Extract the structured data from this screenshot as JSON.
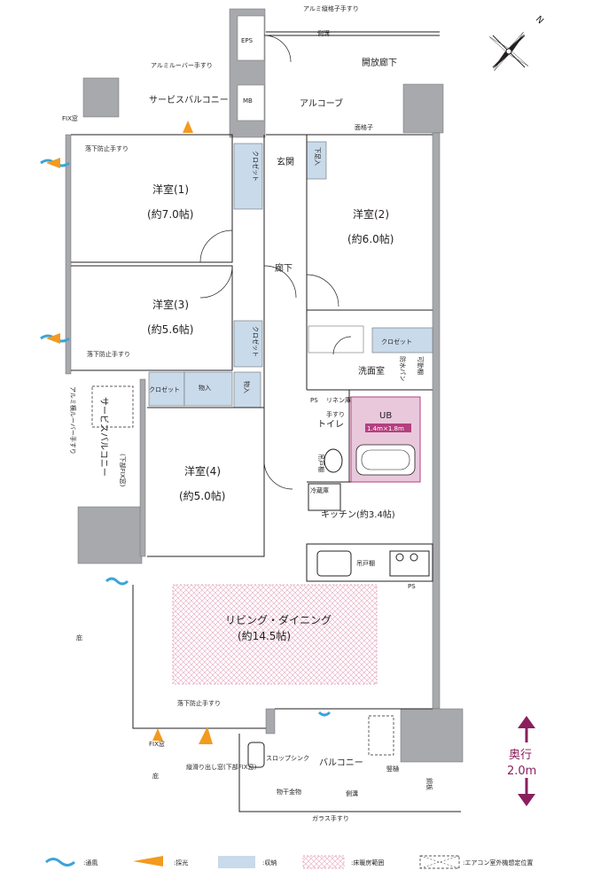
{
  "rooms": {
    "western1": {
      "name": "洋室(1)",
      "area": "(約7.0帖)"
    },
    "western2": {
      "name": "洋室(2)",
      "area": "(約6.0帖)"
    },
    "western3": {
      "name": "洋室(3)",
      "area": "(約5.6帖)"
    },
    "western4": {
      "name": "洋室(4)",
      "area": "(約5.0帖)"
    },
    "ldk": {
      "name": "リビング・ダイニング",
      "area": "(約14.5帖)"
    },
    "kitchen": "キッチン(約3.4帖)",
    "washroom": "洗面室",
    "toilet": "トイレ",
    "entrance": "玄関",
    "hallway": "廊下",
    "alcove": "アルコーブ",
    "open_corridor": "開放廊下",
    "service_balcony_top": "サービスバルコニー",
    "service_balcony_left": "サービスバルコニー",
    "balcony": "バルコニー",
    "ub": {
      "name": "UB",
      "size": "1.4m×1.8m"
    }
  },
  "labels": {
    "eps": "EPS",
    "mb": "MB",
    "closet": "クロゼット",
    "storage": "物入",
    "shoe_storage": "下足入",
    "linen": "リネン庫",
    "ps": "PS",
    "fridge": "冷蔵庫",
    "hanging_cabinet": "吊戸棚",
    "hanging_shelf": "吊戸棚",
    "waterproof_pan": "防水パン",
    "movable_shelf": "可動棚",
    "handrail": "手すり",
    "fall_rail": "落下防止手すり",
    "fall_rail_short": "落下防止手すり",
    "gutter": "側溝",
    "fix_window": "FIX窓",
    "aluminum_louver": "アルミルーバー手すり",
    "aluminum_lattice": "アルミ縦格子手すり",
    "aluminum_h_louver": "アルミ横ルーバー手すり",
    "face_lattice": "面格子",
    "slop_sink": "スロップシンク",
    "drying_hardware": "物干金物",
    "glass_handrail": "ガラス手すり",
    "eaves": "庇",
    "vertical_slide_window": "縦滑り出し窓(下部FIX窓)",
    "lower_fix": "(下部FIX窓)",
    "bell": "竪樋",
    "drain": "鋼板"
  },
  "depth": {
    "label": "奥行",
    "value": "2.0m"
  },
  "legend": [
    {
      "key": "ventilation",
      "label": ":通風"
    },
    {
      "key": "daylight",
      "label": ":採光"
    },
    {
      "key": "storage",
      "label": ":収納"
    },
    {
      "key": "floor_heating",
      "label": ":床暖房範囲"
    },
    {
      "key": "ac_unit",
      "label": ":エアコン室外機想定位置"
    }
  ],
  "colors": {
    "wall": "#a7a9ac",
    "storage": "#c9daea",
    "ub": "#e9c8dc",
    "ub_label": "#b5407f",
    "floor_heat": "#e7a7c0",
    "depth": "#8a1f5d",
    "wind": "#3ba4d9",
    "light": "#f39a1f"
  }
}
